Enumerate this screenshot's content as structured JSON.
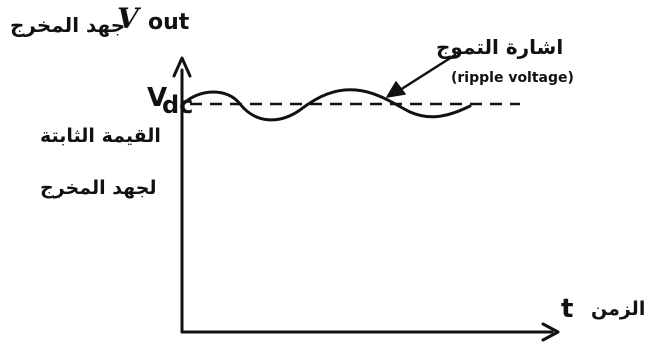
{
  "diagram": {
    "y_axis": {
      "label_ar": "جهد المخرج",
      "symbol": "V",
      "subscript": "out"
    },
    "x_axis": {
      "symbol": "t",
      "label_ar": "الزمن"
    },
    "dc_level": {
      "symbol": "V",
      "subscript": "dc",
      "description_line1": "القيمة الثابتة",
      "description_line2": "لجهد المخرج"
    },
    "ripple": {
      "label_ar": "اشارة التموج",
      "label_en": "(ripple voltage)"
    },
    "colors": {
      "ink": "#111111",
      "background": "#ffffff"
    }
  }
}
